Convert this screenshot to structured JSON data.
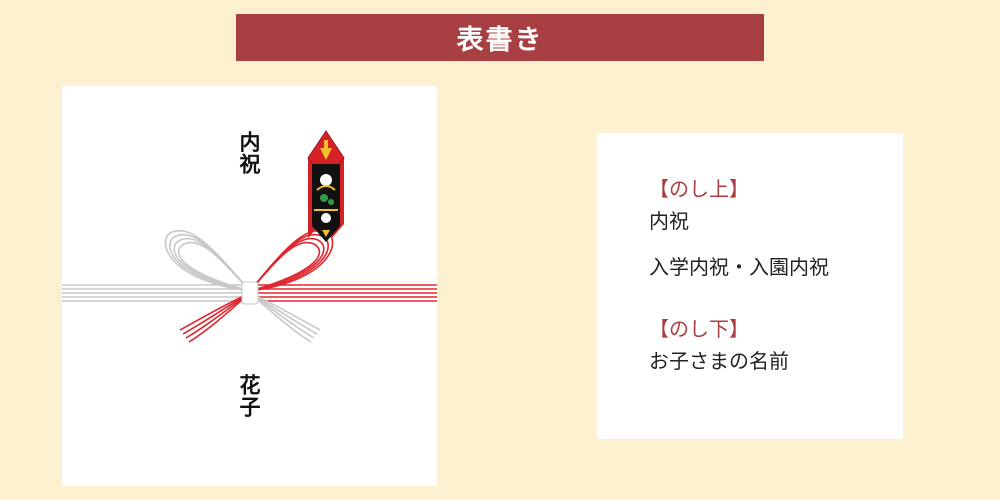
{
  "header": {
    "title": "表書き"
  },
  "noshi": {
    "upper_text": "内祝",
    "lower_text": "花子",
    "ribbon_colors": {
      "red": "#e0262f",
      "silver": "#c8c8c8"
    },
    "ornament_colors": {
      "red": "#d62127",
      "black": "#111111",
      "gold": "#f2c12e"
    }
  },
  "info": {
    "upper_heading": "【のし上】",
    "upper_items": [
      "内祝",
      "入学内祝・入園内祝"
    ],
    "lower_heading": "【のし下】",
    "lower_items": [
      "お子さまの名前"
    ],
    "accent_color": "#a83f42"
  }
}
